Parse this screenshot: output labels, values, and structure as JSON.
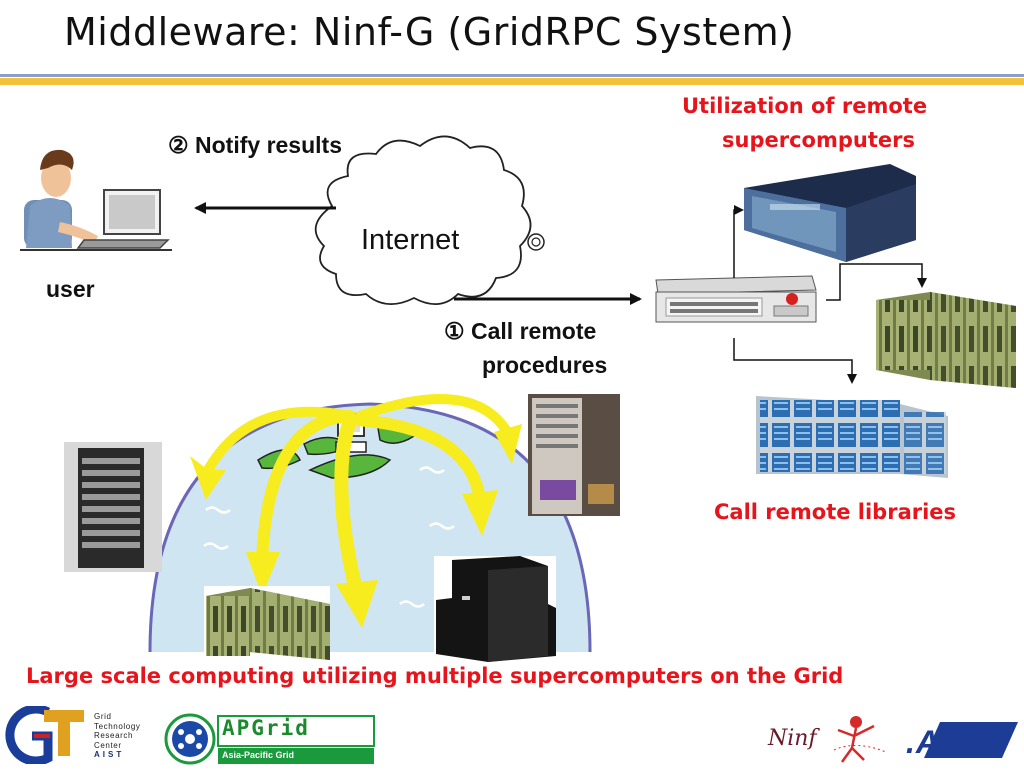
{
  "slide": {
    "title": "Middleware: Ninf-G (GridRPC System)",
    "user_label": "user",
    "internet_label": "Internet",
    "notify": {
      "marker": "②",
      "text": "Notify results"
    },
    "call_procedures": {
      "marker": "①",
      "line1": "Call remote",
      "line2": "procedures"
    },
    "utilization": {
      "line1": "Utilization of remote",
      "line2": "supercomputers"
    },
    "call_libraries": "Call remote libraries",
    "footer_caption": "Large scale computing utilizing multiple supercomputers on the Grid"
  },
  "logos": {
    "gtrc": {
      "lines": [
        "Grid",
        "Technology",
        "Research",
        "Center",
        "AIST"
      ]
    },
    "apgrid": {
      "name": "APGrid",
      "tagline": "Asia-Pacific Grid"
    },
    "ninf": "Ninf",
    "aist": ".AIST"
  },
  "colors": {
    "accent_red": "#e8141b",
    "rule_blue": "#8aa0c8",
    "rule_gold": "#f3c23a",
    "rack_green": "#9aa668",
    "globe_blue": "#cfe5f2",
    "beam_yellow": "#f7ec1e"
  }
}
